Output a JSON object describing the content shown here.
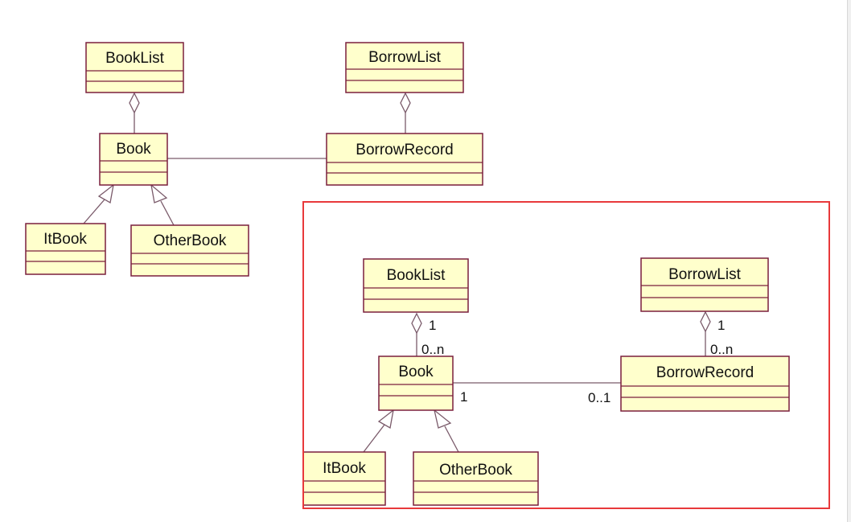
{
  "colors": {
    "class_fill": "#ffffcc",
    "class_border": "#7a1f3d",
    "line": "#7a5a6a",
    "highlight": "#e8393b"
  },
  "top_diagram": {
    "classes": {
      "booklist": "BookList",
      "borrowlist": "BorrowList",
      "book": "Book",
      "borrowrecord": "BorrowRecord",
      "itbook": "ItBook",
      "otherbook": "OtherBook"
    }
  },
  "bottom_diagram": {
    "classes": {
      "booklist": "BookList",
      "borrowlist": "BorrowList",
      "book": "Book",
      "borrowrecord": "BorrowRecord",
      "itbook": "ItBook",
      "otherbook": "OtherBook"
    },
    "multiplicities": {
      "booklist_end": "1",
      "book_end_of_booklist": "0..n",
      "borrowlist_end": "1",
      "borrowrecord_end_of_borrowlist": "0..n",
      "book_end_of_record": "1",
      "record_end_of_book": "0..1"
    }
  }
}
